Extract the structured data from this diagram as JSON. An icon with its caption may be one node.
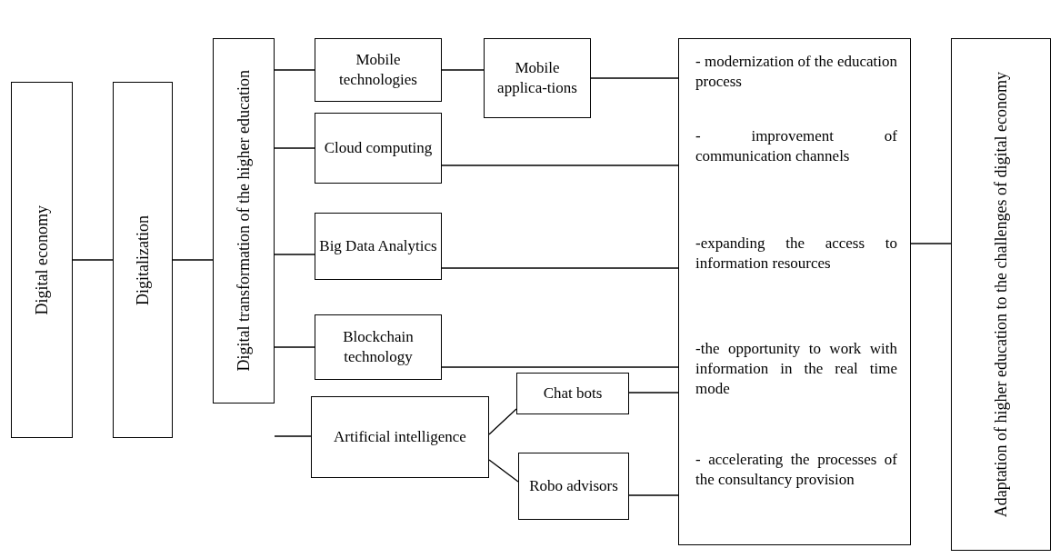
{
  "diagram": {
    "nodes": [
      {
        "text": [
          "Digital economy"
        ]
      },
      {
        "text": [
          "Digitalization"
        ]
      },
      {
        "text": [
          "Digital transformation of the higher education"
        ]
      },
      {
        "text": [
          "Mobile technologies"
        ]
      },
      {
        "text": [
          "Mobile applica-tions"
        ]
      },
      {
        "text": [
          "Cloud computing"
        ]
      },
      {
        "text": [
          "Big Data Analytics"
        ]
      },
      {
        "text": [
          "Blockchain technology"
        ]
      },
      {
        "text": [
          "Artificial intelligence"
        ]
      },
      {
        "text": [
          "Chat bots"
        ]
      },
      {
        "text": [
          "Robo advisors"
        ]
      },
      {
        "text": [
          "- modernization of the education process",
          "- improvement of communication channels",
          "-expanding the access to information resources",
          "-the opportunity to work with information in the real time mode",
          "- accelerating the processes of the consultancy provision"
        ]
      },
      {
        "text": [
          "Adaptation of higher education to the challenges of digital economy"
        ]
      }
    ],
    "edges": [
      {
        "from": 0,
        "to": 1,
        "arrow": "none"
      },
      {
        "from": 1,
        "to": 2,
        "arrow": "none"
      },
      {
        "from": 2,
        "to": 3,
        "arrow": "none"
      },
      {
        "from": 2,
        "to": 5,
        "arrow": "none"
      },
      {
        "from": 2,
        "to": 6,
        "arrow": "none"
      },
      {
        "from": 2,
        "to": 7,
        "arrow": "none"
      },
      {
        "from": 2,
        "to": 8,
        "arrow": "none"
      },
      {
        "from": 3,
        "to": 4,
        "arrow": "none"
      },
      {
        "from": 4,
        "to": 11,
        "arrow": "none"
      },
      {
        "from": 5,
        "to": 11,
        "arrow": "none"
      },
      {
        "from": 6,
        "to": 11,
        "arrow": "none"
      },
      {
        "from": 7,
        "to": 11,
        "arrow": "none"
      },
      {
        "from": 8,
        "to": 9,
        "arrow": "none"
      },
      {
        "from": 8,
        "to": 10,
        "arrow": "none"
      },
      {
        "from": 9,
        "to": 11,
        "arrow": "none"
      },
      {
        "from": 10,
        "to": 11,
        "arrow": "none"
      },
      {
        "from": 11,
        "to": 12,
        "arrow": "none"
      }
    ]
  }
}
